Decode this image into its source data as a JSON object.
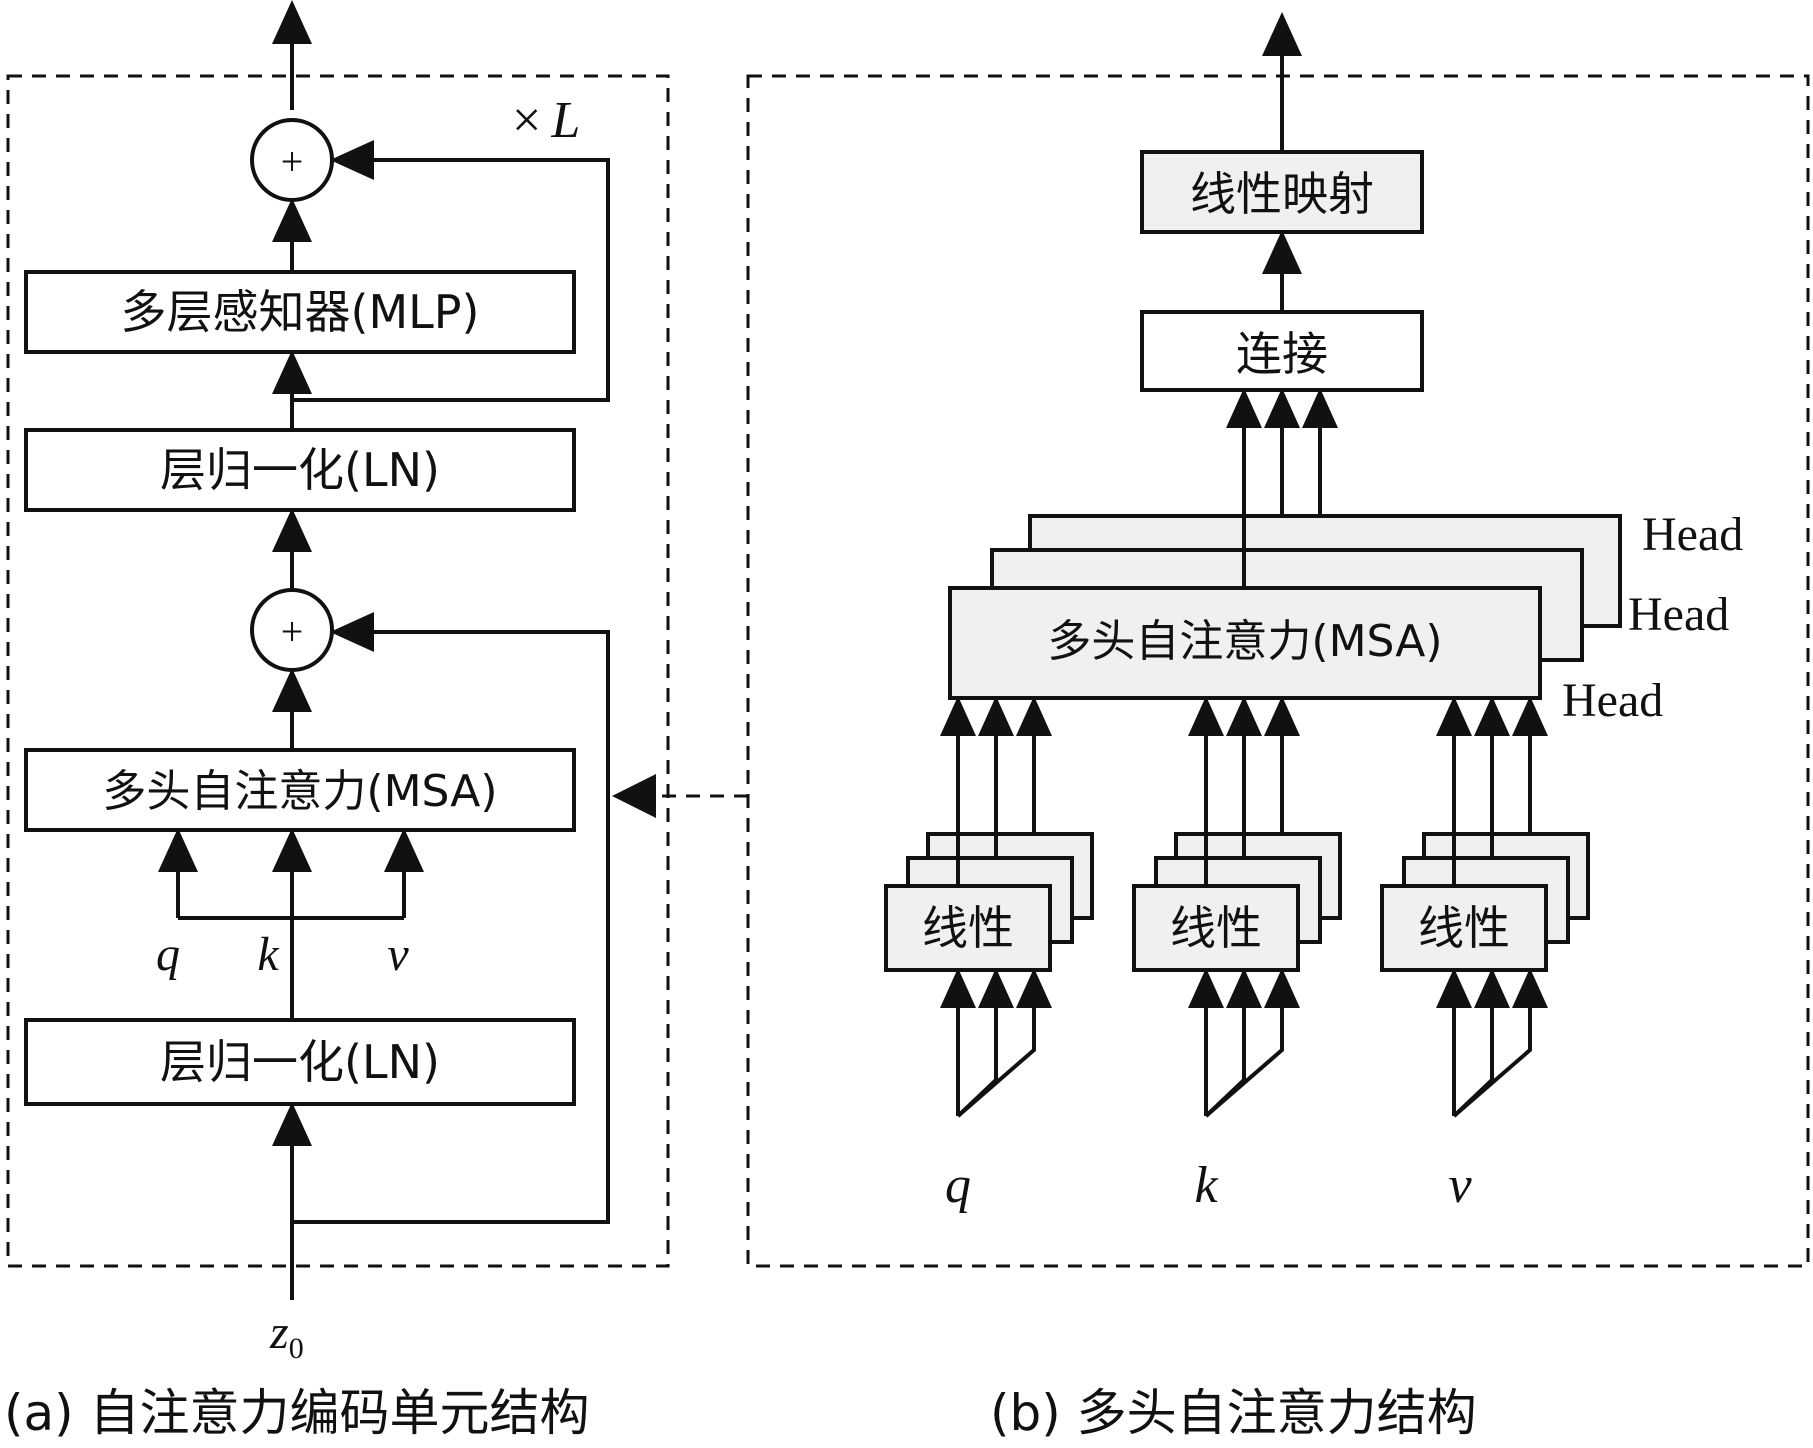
{
  "panel_a": {
    "mlp": "多层感知器(MLP)",
    "ln_top": "层归一化(LN)",
    "msa": "多头自注意力(MSA)",
    "ln_bottom": "层归一化(LN)",
    "add_symbol": "+",
    "repeat_times": "×",
    "repeat_var": "L",
    "q": "q",
    "k": "k",
    "v": "v",
    "input_var": "z",
    "input_sub": "0",
    "caption": "(a) 自注意力编码单元结构"
  },
  "panel_b": {
    "linear_projection": "线性映射",
    "concat": "连接",
    "msa": "多头自注意力(MSA)",
    "head_labels": [
      "Head",
      "Head",
      "Head"
    ],
    "linear": "线性",
    "q": "q",
    "k": "k",
    "v": "v",
    "caption": "(b) 多头自注意力结构"
  },
  "colors": {
    "stroke": "#111111",
    "box_fill_plain": "#ffffff",
    "box_fill_shaded": "#f0f0f0"
  }
}
